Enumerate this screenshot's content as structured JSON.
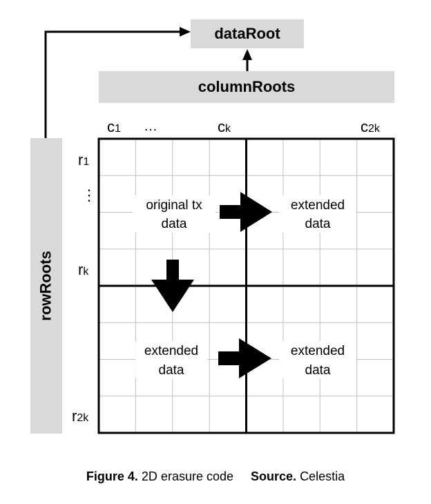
{
  "boxes": {
    "data_root": "dataRoot",
    "column_roots": "columnRoots",
    "row_roots": "rowRoots"
  },
  "column_labels": {
    "first": "c",
    "first_sub": "1",
    "ellipsis": "…",
    "kth": "c",
    "kth_sub": "k",
    "last": "c",
    "last_sub": "2k"
  },
  "row_labels": {
    "first": "r",
    "first_sub": "1",
    "ellipsis": "⋮",
    "kth": "r",
    "kth_sub": "k",
    "last": "r",
    "last_sub": "2k"
  },
  "quadrants": {
    "top_left_line1": "original tx",
    "top_left_line2": "data",
    "top_right_line1": "extended",
    "top_right_line2": "data",
    "bottom_left_line1": "extended",
    "bottom_left_line2": "data",
    "bottom_right_line1": "extended",
    "bottom_right_line2": "data"
  },
  "caption": {
    "figure_label": "Figure 4.",
    "figure_text": "2D erasure code",
    "source_label": "Source.",
    "source_text": "Celestia"
  },
  "colors": {
    "box_fill": "#d9d9d9",
    "grid_line": "#bfbfbf",
    "ink": "#000000"
  }
}
